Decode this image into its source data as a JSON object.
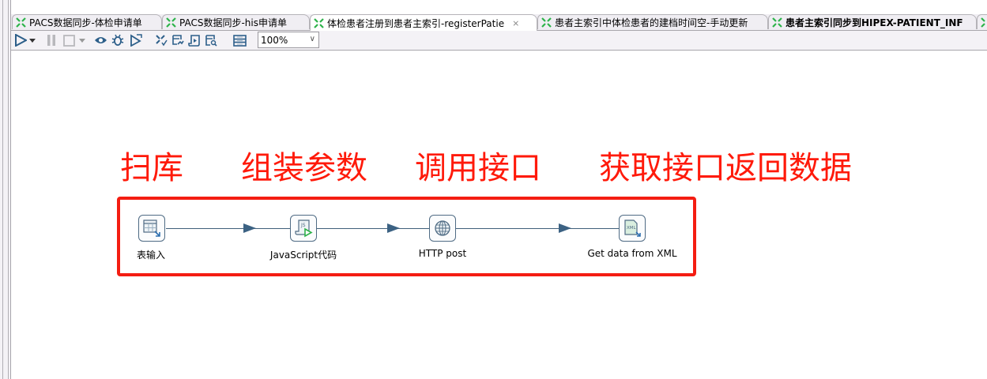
{
  "tabs": [
    {
      "label": "PACS数据同步-体检申请单",
      "active": false,
      "bold": false
    },
    {
      "label": "PACS数据同步-his申请单",
      "active": false,
      "bold": false
    },
    {
      "label": "体检患者注册到患者主索引-registerPatie",
      "active": true,
      "bold": false,
      "close_icon": "⨯"
    },
    {
      "label": "患者主索引中体检患者的建档时间空-手动更新",
      "active": false,
      "bold": false
    },
    {
      "label": "患者主索引同步到HIPEX-PATIENT_INF",
      "active": false,
      "bold": true
    }
  ],
  "toolbar": {
    "buttons": [
      "run-icon",
      "run-dropdown-icon",
      "pause-icon",
      "stop-icon",
      "stop-dropdown-icon",
      "preview-icon",
      "debug-icon",
      "replay-icon",
      "verify-icon",
      "impact-icon",
      "sql-icon",
      "explore-db-icon",
      "grid-icon"
    ],
    "zoom": "100%"
  },
  "annotations": [
    "扫库",
    "组装参数",
    "调用接口",
    "获取接口返回数据"
  ],
  "steps": [
    {
      "label": "表输入",
      "icon": "table-input-icon"
    },
    {
      "label": "JavaScript代码",
      "icon": "javascript-icon"
    },
    {
      "label": "HTTP post",
      "icon": "globe-icon"
    },
    {
      "label": "Get data from XML",
      "icon": "xml-file-icon"
    }
  ],
  "colors": {
    "annotation": "#ff1a0a",
    "hop": "#3c6283",
    "kettle_green": "#2db34a"
  }
}
